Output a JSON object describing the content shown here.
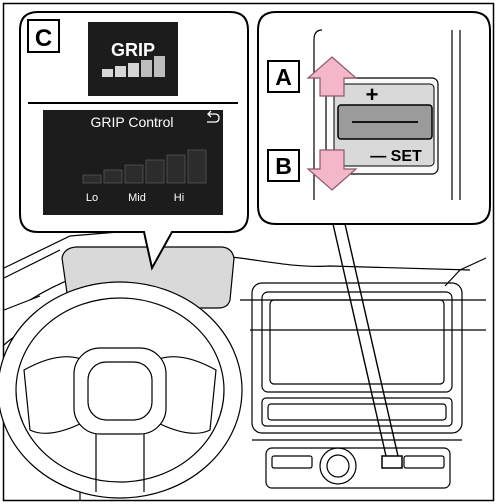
{
  "callouts": {
    "c": {
      "letter": "C"
    },
    "a": {
      "letter": "A"
    },
    "b": {
      "letter": "B"
    }
  },
  "grip_indicator": {
    "label": "GRIP",
    "level_bars": 5
  },
  "grip_control_screen": {
    "title": "GRIP Control",
    "back_icon": "return-arrow-icon",
    "scale_labels": [
      "Lo",
      "Mid",
      "Hi"
    ],
    "bar_count": 6
  },
  "switch": {
    "plus_label": "+",
    "minus_set_label": "— SET"
  },
  "colors": {
    "screen_bg": "#1c1c1c",
    "arrow_pink": "#f3b7c9",
    "arrow_stroke": "#8a5a68",
    "dash_gray": "#d9d9d9"
  }
}
